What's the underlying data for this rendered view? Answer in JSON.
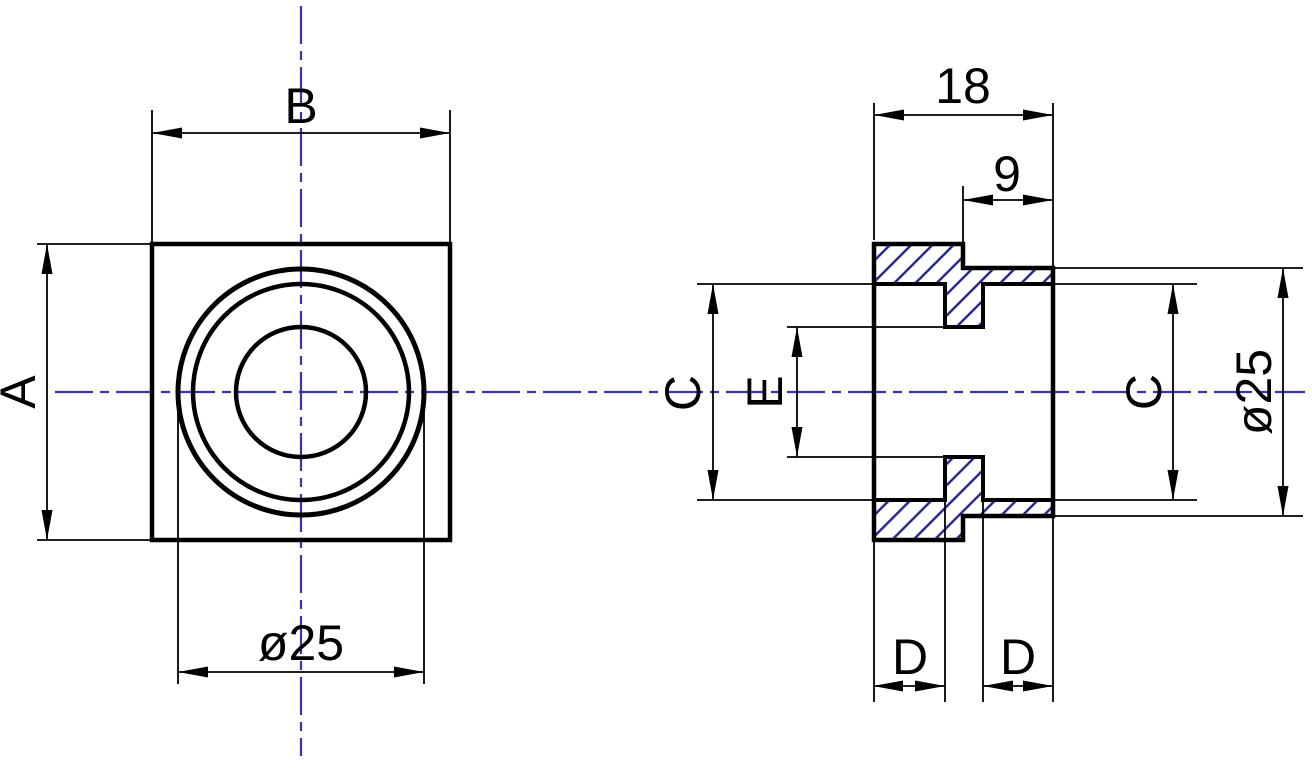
{
  "front_view": {
    "height_label": "A",
    "width_label": "B",
    "boss_diameter_label": "ø25"
  },
  "section_view": {
    "total_depth_label": "18",
    "boss_depth_label": "9",
    "bore_left_label": "C",
    "web_hole_label": "E",
    "bore_right_label": "C",
    "boss_diameter_label": "ø25",
    "counterbore_left_label": "D",
    "counterbore_right_label": "D"
  },
  "colors": {
    "background": "#ffffff",
    "line": "#000000",
    "centerline": "#3535b0",
    "hatch": "#22228c"
  }
}
